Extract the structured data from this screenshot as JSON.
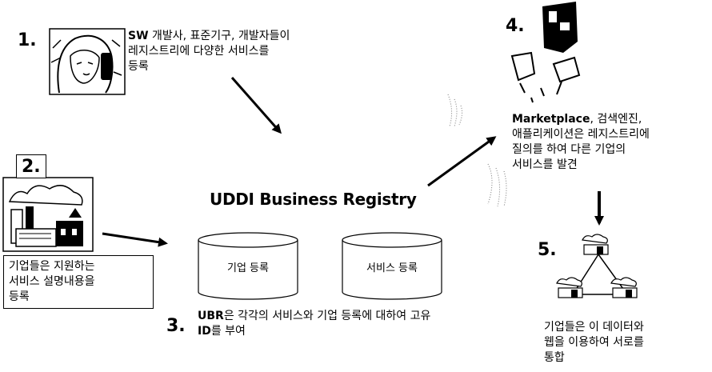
{
  "steps": {
    "s1": {
      "number": "1.",
      "bold": "SW",
      "line1_rest": " 개발사, 표준기구, 개발자들이",
      "line2": "레지스트리에 다양한 서비스를",
      "line3": "등록"
    },
    "s2": {
      "number": "2.",
      "line1": "기업들은 지원하는",
      "line2": "서비스 설명내용을",
      "line3": "등록"
    },
    "s3": {
      "number": "3.",
      "bold1": "UBR",
      "line1_rest": "은 각각의 서비스와 기업 등록에 대하여 고유",
      "bold2": "ID",
      "line2_rest": "를 부여"
    },
    "s4": {
      "number": "4.",
      "bold": "Marketplace",
      "line1_rest": ", 검색엔진,",
      "line2": "애플리케이션은 레지스트리에",
      "line3": "질의를 하여 다른 기업의",
      "line4": "서비스를 발견"
    },
    "s5": {
      "number": "5.",
      "line1": "기업들은 이 데이터와",
      "line2": "웹을 이용하여 서로를",
      "line3": "통합"
    }
  },
  "registry": {
    "title": "UDDI Business Registry",
    "cylinders": [
      "기업 등록",
      "서비스 등록"
    ]
  },
  "icons": {
    "s1": "woman-on-phone-icon",
    "s2": "company-buildings-icon",
    "s4": "marketplace-collage-icon",
    "s5": "network-triangle-icon"
  }
}
